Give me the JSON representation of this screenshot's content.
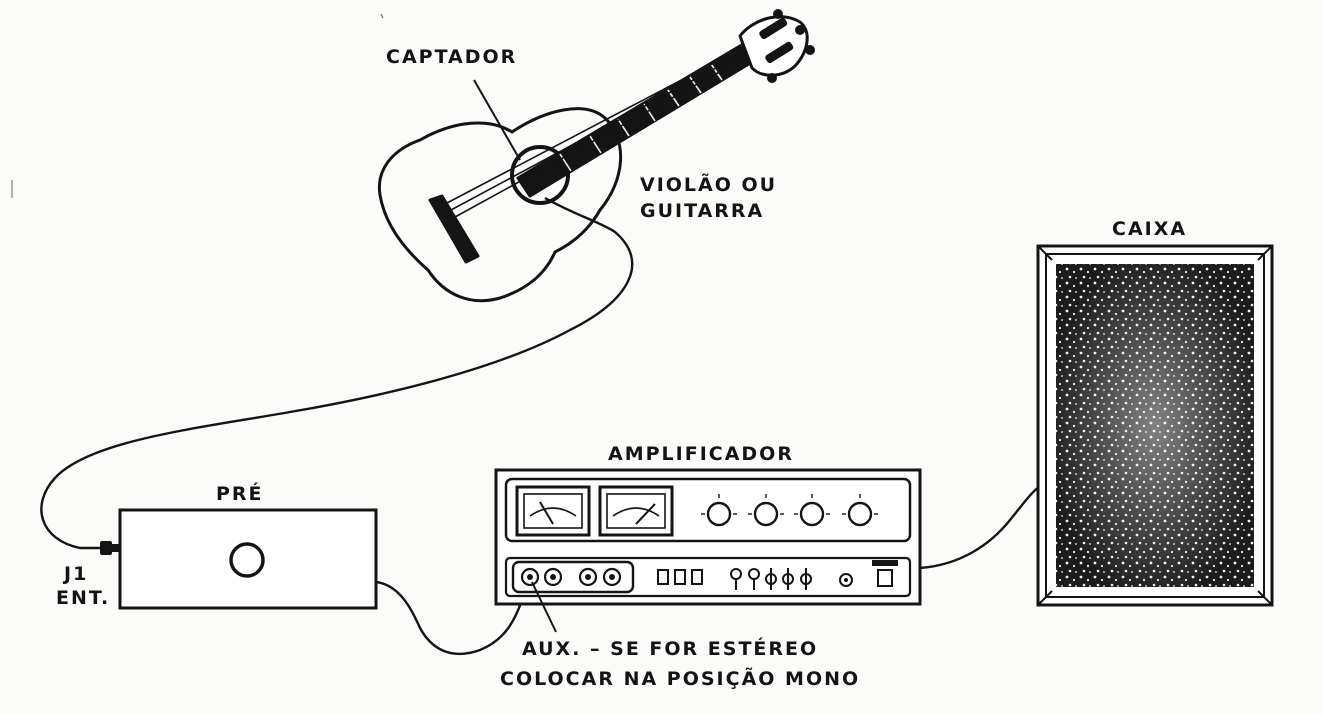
{
  "labels": {
    "captador": "CAPTADOR",
    "violao_line1": "VIOLÃO OU",
    "violao_line2": "GUITARRA",
    "caixa": "CAIXA",
    "amplificador": "AMPLIFICADOR",
    "pre": "PRÉ",
    "j1_line1": "J1",
    "j1_line2": "ENT.",
    "aux_line1": "AUX. – SE FOR ESTÉREO",
    "aux_line2": "COLOCAR NA POSIÇÃO MONO"
  },
  "colors": {
    "ink": "#141414",
    "paper": "#fbfbfa"
  }
}
